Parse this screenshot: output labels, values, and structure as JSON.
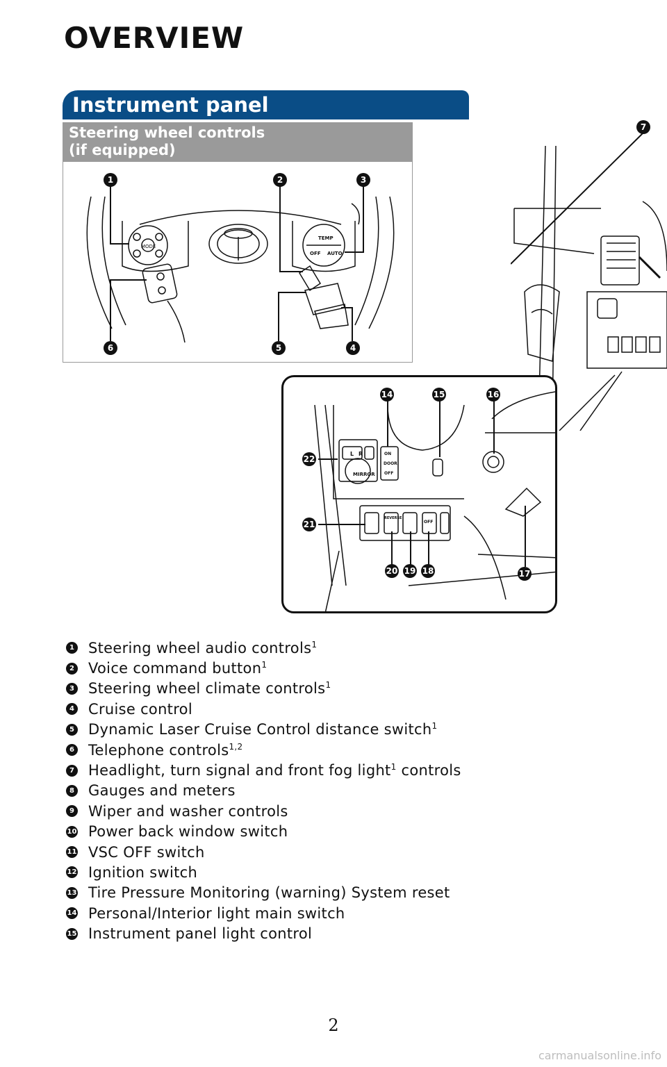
{
  "page_title": "OVERVIEW",
  "section_title": "Instrument panel",
  "subsection_title": [
    "Steering wheel controls",
    "(if equipped)"
  ],
  "steering_callouts": [
    "1",
    "2",
    "3",
    "4",
    "5",
    "6"
  ],
  "dash_callout": "7",
  "console_callouts": [
    "14",
    "15",
    "16",
    "17",
    "18",
    "19",
    "20",
    "21",
    "22"
  ],
  "steering_labels": {
    "mode": "MODE",
    "temp": "TEMP",
    "off": "OFF",
    "auto": "AUTO"
  },
  "console_labels": {
    "mirror": "MIRROR",
    "l": "L",
    "r": "R",
    "on": "ON",
    "door": "DOOR",
    "off": "OFF",
    "reverse": "REVERSE",
    "vsc_off": "OFF"
  },
  "legend": [
    {
      "num": "1",
      "text": "Steering wheel audio controls",
      "sup": "1"
    },
    {
      "num": "2",
      "text": "Voice command button",
      "sup": "1"
    },
    {
      "num": "3",
      "text": "Steering wheel climate controls",
      "sup": "1"
    },
    {
      "num": "4",
      "text": "Cruise control",
      "sup": ""
    },
    {
      "num": "5",
      "text": "Dynamic Laser Cruise Control distance switch",
      "sup": "1"
    },
    {
      "num": "6",
      "text": "Telephone controls",
      "sup": "1,2"
    },
    {
      "num": "7",
      "text": "Headlight, turn signal and front fog light",
      "sup": "1",
      "after": " controls"
    },
    {
      "num": "8",
      "text": "Gauges and meters",
      "sup": ""
    },
    {
      "num": "9",
      "text": "Wiper and washer controls",
      "sup": ""
    },
    {
      "num": "10",
      "text": "Power back window switch",
      "sup": ""
    },
    {
      "num": "11",
      "text": "VSC OFF switch",
      "sup": ""
    },
    {
      "num": "12",
      "text": "Ignition switch",
      "sup": ""
    },
    {
      "num": "13",
      "text": "Tire Pressure Monitoring (warning) System reset",
      "sup": ""
    },
    {
      "num": "14",
      "text": "Personal/Interior light main switch",
      "sup": ""
    },
    {
      "num": "15",
      "text": "Instrument panel light control",
      "sup": ""
    }
  ],
  "page_number": "2",
  "watermark": "carmanualsonline.info",
  "colors": {
    "section_bar": "#0a4d86",
    "subhead": "#9a9a9a"
  }
}
